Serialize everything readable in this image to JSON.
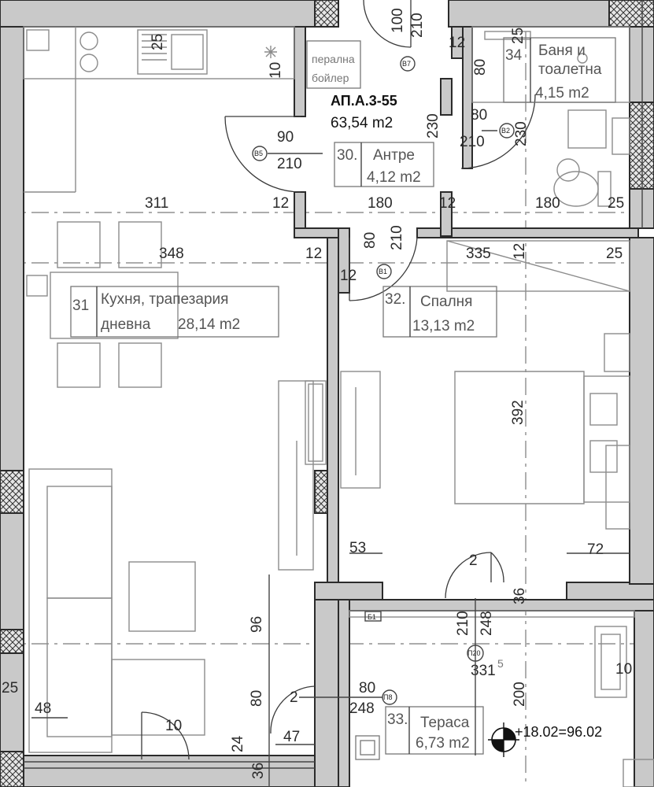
{
  "apartment": {
    "code": "АП.А.3-55",
    "total_area": "63,54 m2"
  },
  "rooms": [
    {
      "number": "30.",
      "name": "Антре",
      "area": "4,12 m2"
    },
    {
      "number": "31",
      "name_line1": "Кухня, трапезария",
      "name_line2": "дневна",
      "area": "28,14 m2"
    },
    {
      "number": "32.",
      "name": "Спалня",
      "area": "13,13 m2"
    },
    {
      "number": "33.",
      "name": "Тераса",
      "area": "6,73 m2"
    },
    {
      "number": "34",
      "name_line1": "Баня и",
      "name_line2": "тоалетна",
      "area": "4,15 m2"
    }
  ],
  "laundry_label": {
    "line1": "перална",
    "line2": "бойлер"
  },
  "doors": [
    "В7",
    "В5",
    "В2",
    "В1",
    "П20",
    "П8",
    "Б1"
  ],
  "level_mark": "+18.02=96.02",
  "dimensions": {
    "d100": "100",
    "d210a": "210",
    "d12a": "12",
    "d80a": "80",
    "d25a": "25",
    "d25b": "25",
    "d10a": "10",
    "d90": "90",
    "d210b": "210",
    "d230a": "230",
    "d80b": "80",
    "d210c": "210",
    "d230b": "230",
    "d311": "311",
    "d12b": "12",
    "d180a": "180",
    "d12c": "12",
    "d180b": "180",
    "d25c": "25",
    "d80c": "80",
    "d210d": "210",
    "d348": "348",
    "d12d": "12",
    "d335": "335",
    "d12e": "12",
    "d25d": "25",
    "d12f": "12",
    "d392": "392",
    "d53": "53",
    "d2a": "2",
    "d72": "72",
    "d36a": "36",
    "d210e": "210",
    "d248a": "248",
    "d96": "96",
    "d331": "331",
    "d331sup": "5",
    "d10b": "10",
    "d25e": "25",
    "d80d": "80",
    "d2b": "2",
    "d80e": "80",
    "d248b": "248",
    "d200": "200",
    "d48": "48",
    "d10c": "10",
    "d47": "47",
    "d24": "24",
    "d36b": "36"
  }
}
